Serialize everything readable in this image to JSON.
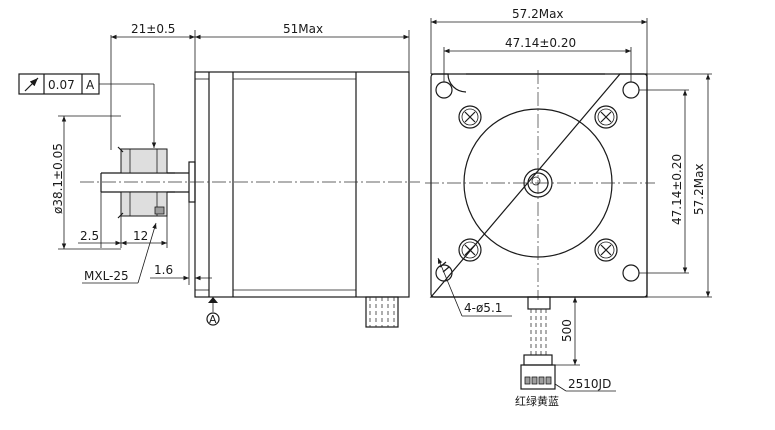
{
  "side_view": {
    "dim_shaft_length": "21±0.5",
    "dim_body_length": "51Max",
    "tolerance_value": "0.07",
    "tolerance_datum": "A",
    "dim_pulley_diameter": "ø38.1±0.05",
    "dim_offset": "2.5",
    "dim_pulley_width": "12",
    "pulley_type": "MXL-25",
    "dim_boss_height": "1.6",
    "datum_label": "A"
  },
  "front_view": {
    "dim_flange_width": "57.2Max",
    "dim_hole_spacing_h": "47.14±0.20",
    "dim_hole_spacing_v": "47.14±0.20",
    "dim_flange_height": "57.2Max",
    "hole_callout": "4-ø5.1",
    "dim_lead_length": "500",
    "connector_type": "2510JD",
    "wire_colors": "红绿黄蓝"
  }
}
